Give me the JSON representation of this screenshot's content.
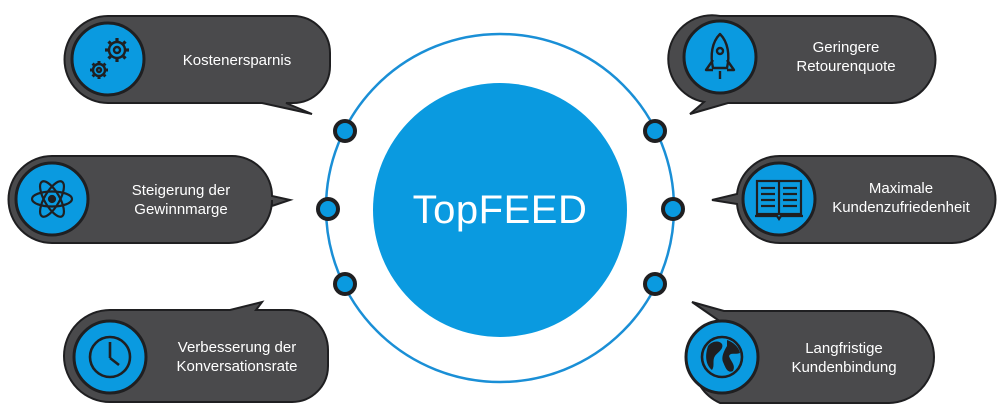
{
  "center": {
    "title": "TopFEED"
  },
  "colors": {
    "accent": "#0a9ae0",
    "bubble": "#4a4a4c",
    "ring": "#1a8fd6",
    "outline": "#1f1f21",
    "text": "#ffffff"
  },
  "benefits": [
    {
      "lines": [
        "Kostenersparnis"
      ],
      "icon": "gears-icon"
    },
    {
      "lines": [
        "Steigerung der",
        "Gewinnmarge"
      ],
      "icon": "atom-icon"
    },
    {
      "lines": [
        "Verbesserung der",
        "Konversationsrate"
      ],
      "icon": "clock-icon"
    },
    {
      "lines": [
        "Geringere",
        "Retourenquote"
      ],
      "icon": "rocket-icon"
    },
    {
      "lines": [
        "Maximale",
        "Kundenzufriedenheit"
      ],
      "icon": "book-icon"
    },
    {
      "lines": [
        "Langfristige",
        "Kundenbindung"
      ],
      "icon": "globe-icon"
    }
  ]
}
